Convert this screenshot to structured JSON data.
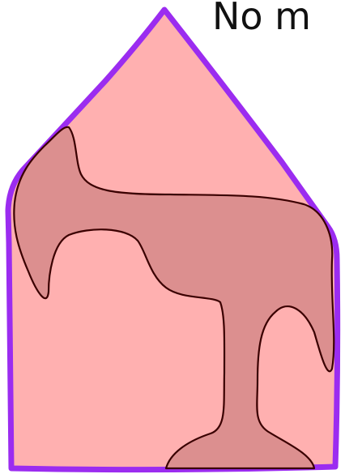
{
  "caption": {
    "text": "No m"
  },
  "colors": {
    "background": "#ffffff",
    "house_fill": "#ffb0b0",
    "house_outline": "#9b2cf0",
    "blob_fill": "#dc8f8f",
    "blob_outline": "#3a0000",
    "caption_text": "#111111"
  },
  "shapes": [
    {
      "name": "house-shape",
      "outline_color": "purple",
      "fill_color": "pink"
    },
    {
      "name": "blob-shape",
      "outline_color": "dark-red",
      "fill_color": "dusty-rose"
    }
  ]
}
